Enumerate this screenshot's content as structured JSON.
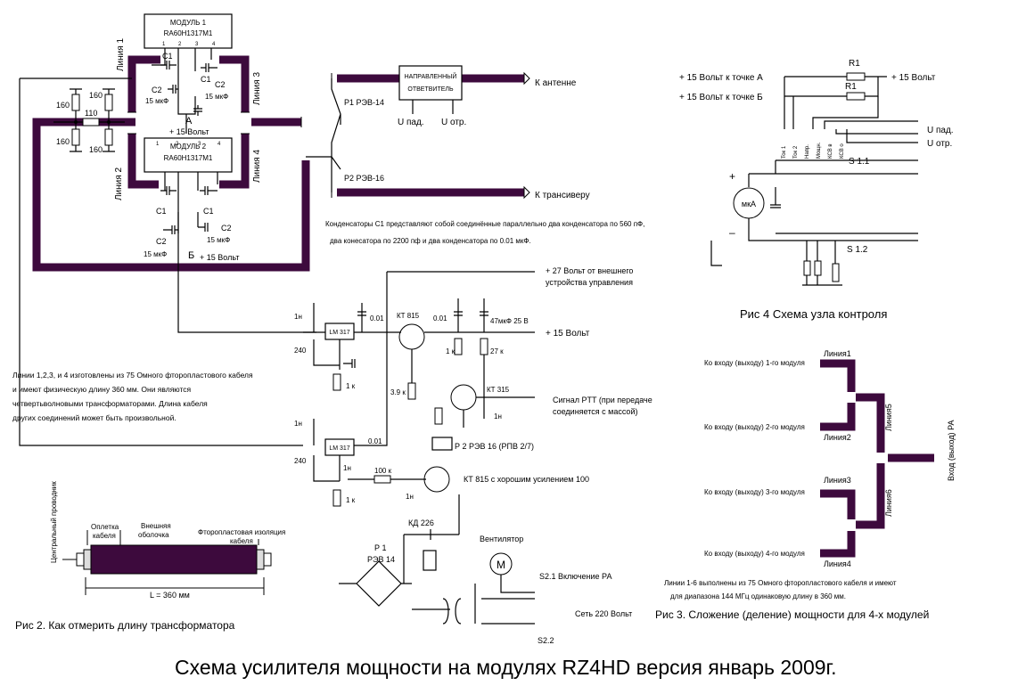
{
  "title": "Схема усилителя мощности на модулях RZ4HD  версия январь 2009г.",
  "main": {
    "module1": {
      "name": "МОДУЛЬ 1",
      "part": "RA60H1317M1",
      "pins": [
        "1",
        "2",
        "3",
        "4"
      ]
    },
    "module2": {
      "name": "МОДУЛЬ 2",
      "part": "RA60H1317M1",
      "pins": [
        "1",
        "2",
        "3",
        "4"
      ]
    },
    "lines": {
      "l1": "Линия 1",
      "l2": "Линия 2",
      "l3": "Линия 3",
      "l4": "Линия 4"
    },
    "caps": {
      "c1": "C1",
      "c2": "C2",
      "c2_val": "15 мкФ"
    },
    "resistors": {
      "r160": "160",
      "r110": "110"
    },
    "node_a": "А",
    "node_b": "Б",
    "plus15": "+ 15 Вольт",
    "coupler": {
      "line1": "НАПРАВЛЕННЫЙ",
      "line2": "ОТВЕТВИТЕЛЬ",
      "u_pad": "U пад.",
      "u_otr": "U отр."
    },
    "relays": {
      "p1": "Р1  РЭВ-14",
      "p2": "Р2  РЭВ-16"
    },
    "to_antenna": "К антенне",
    "to_transceiver": "К трансиверу",
    "note_c1_line1": "Конденсаторы С1 представляют собой соединённые параллельно два конденсатора по 560 пФ,",
    "note_c1_line2": "два конесатора по 2200 пф и два конденсатора по 0.01 мкФ."
  },
  "power": {
    "ext_line1": "+ 27 Вольт от внешнего",
    "ext_line2": "устройства управления",
    "plus15": "+ 15 Вольт",
    "lm317": "LM 317",
    "kt815": "КТ 815",
    "kt315": "КТ 315",
    "c001": "0.01",
    "c47": "47мкФ 25 В",
    "r1k": "1 к",
    "r27k": "27 к",
    "r39k": "3.9 к",
    "r240": "240",
    "r100k": "100 к",
    "c1n": "1н",
    "ptt_line1": "Сигнал PTT (при передаче",
    "ptt_line2": "соединяется с массой)",
    "p2": "Р 2    РЭВ 16 (РПВ 2/7)",
    "kt815_note": "КТ 815 с хорошим усилением 100",
    "kd226": "КД 226",
    "p1_a": "Р 1",
    "p1_b": "РЭВ 14",
    "fan": "Вентилятор",
    "s21": "S2.1 Включение РА",
    "s22": "S2.2",
    "mains": "Сеть 220 Вольт",
    "motor": "M"
  },
  "lines_note": {
    "l1": "Линии 1,2,3, и 4 изготовлены из 75 Омного  фторопластового кабеля",
    "l2": "и имеют физическую длину 360 мм.       Они являются",
    "l3": "четвертьволновыми трансформаторами.      Длина кабеля",
    "l4": "других соединений может быть произвольной."
  },
  "fig2": {
    "central": "Центральный проводник",
    "braid1": "Оплетка",
    "braid2": "кабеля",
    "outer1": "Внешняя",
    "outer2": "оболочка",
    "insul1": "Фторопластовая изоляция",
    "insul2": "кабеля",
    "length": "L = 360 мм",
    "caption": "Рис 2. Как отмерить длину трансформатора"
  },
  "fig3": {
    "in1": "Ко входу (выходу) 1-го модуля",
    "in2": "Ко входу (выходу) 2-го модуля",
    "in3": "Ко входу (выходу) 3-го модуля",
    "in4": "Ко входу (выходу) 4-го модуля",
    "line1": "Линия1",
    "line2": "Линия2",
    "line3": "Линия3",
    "line4": "Линия4",
    "line5": "Линия5",
    "line6": "Линия6",
    "pa": "Вход (выход) РА",
    "note1": "Линии 1-6 выполнены из 75 Омного фторопластового кабеля и имеют",
    "note2": "для диапазона 144 МГц одинаковую длину в 360 мм.",
    "caption": "Рис 3. Сложение (деление) мощности для 4-х модулей"
  },
  "fig4": {
    "to_a": "+ 15 Вольт к точке А",
    "to_b": "+ 15 Вольт к точке Б",
    "r1": "R1",
    "plus15": "+ 15 Вольт",
    "u_pad": "U пад.",
    "u_otr": "U отр.",
    "sw": [
      "Ток 1",
      "Ток 2",
      "Напр.",
      "Мощн.",
      "КСВ в",
      "КСВ о"
    ],
    "s11": "S 1.1",
    "s12": "S 1.2",
    "meter": "мкА",
    "plus": "+",
    "minus": "–",
    "caption": "Рис 4  Схема узла контроля"
  }
}
